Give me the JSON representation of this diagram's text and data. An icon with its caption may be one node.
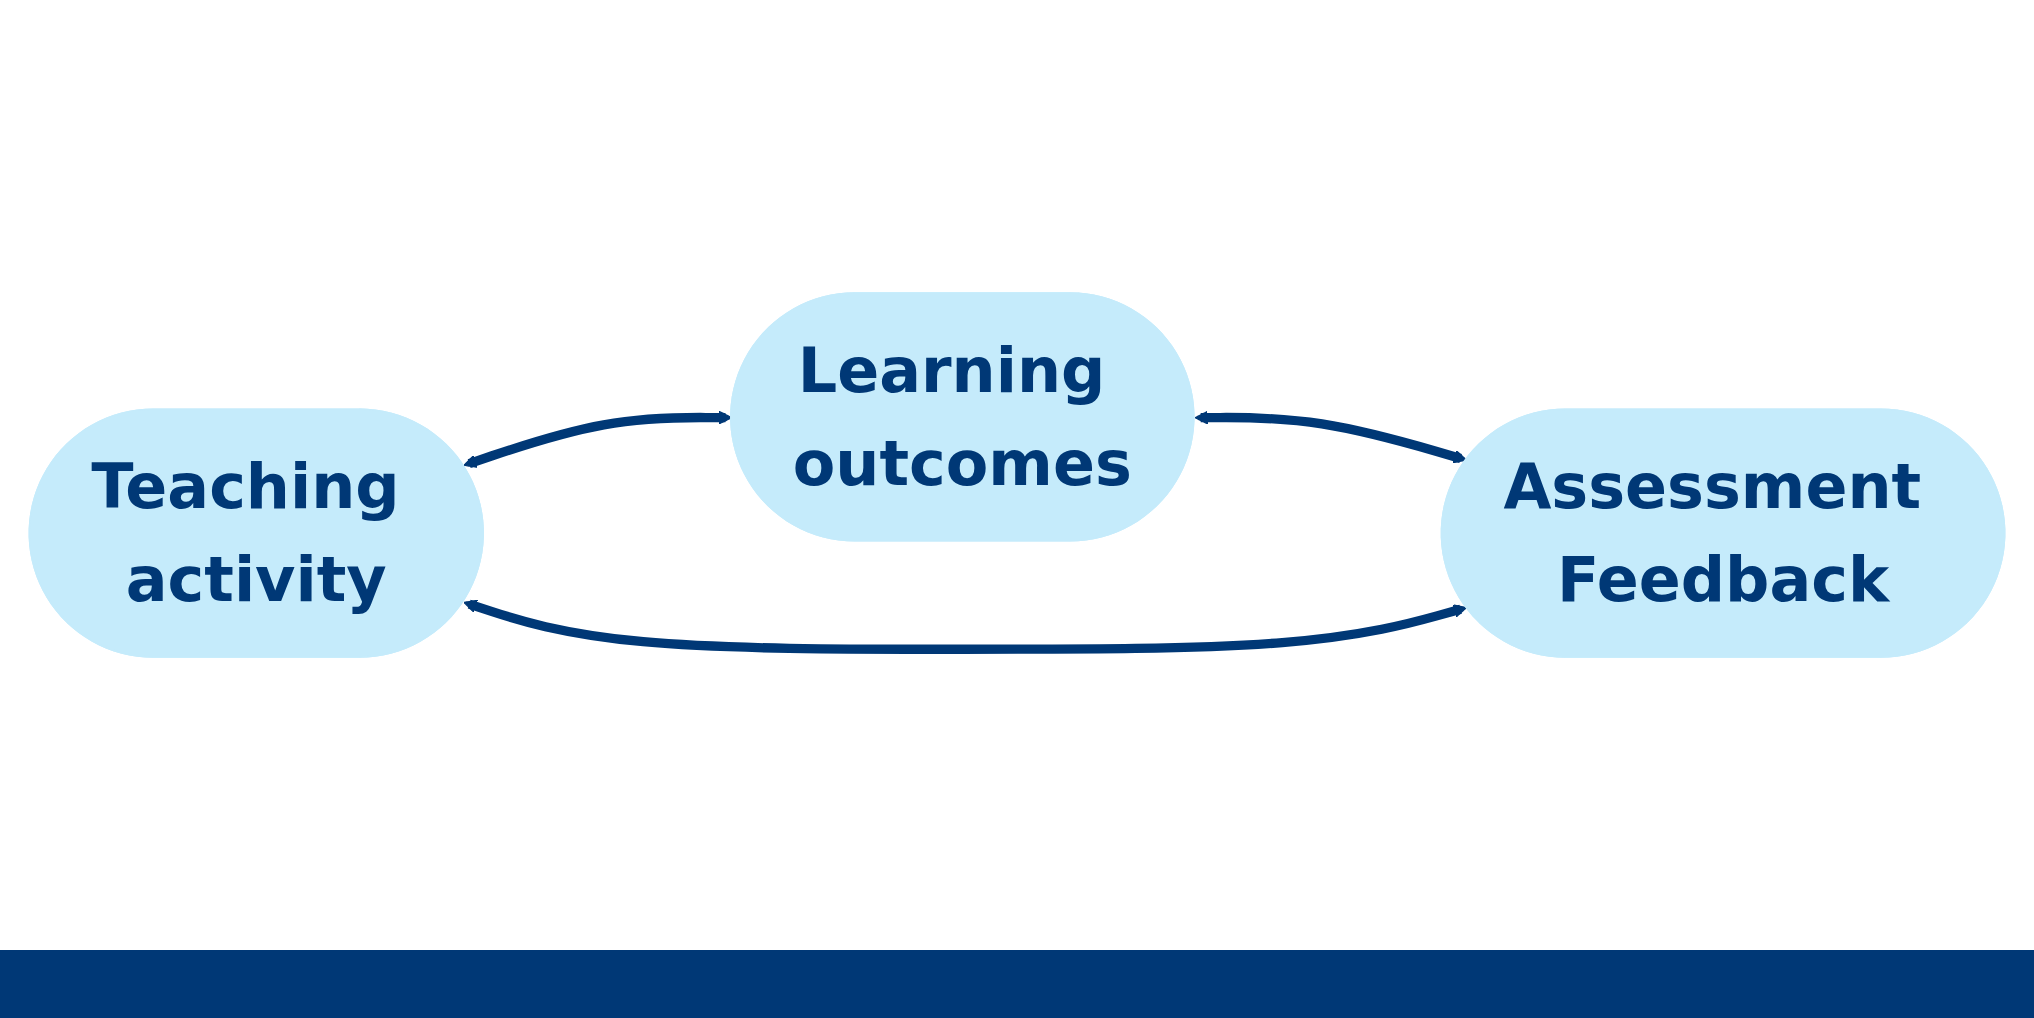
{
  "diagram": {
    "nodes": [
      {
        "text": [
          "Learning outcomes"
        ]
      },
      {
        "text": [
          "Teaching activity"
        ]
      },
      {
        "text": [
          "Assessment Feedback"
        ]
      }
    ],
    "edges": [
      {
        "from": 1,
        "to": 0,
        "arrow": "both"
      },
      {
        "from": 0,
        "to": 2,
        "arrow": "both"
      },
      {
        "from": 1,
        "to": 2,
        "arrow": "both"
      }
    ]
  }
}
